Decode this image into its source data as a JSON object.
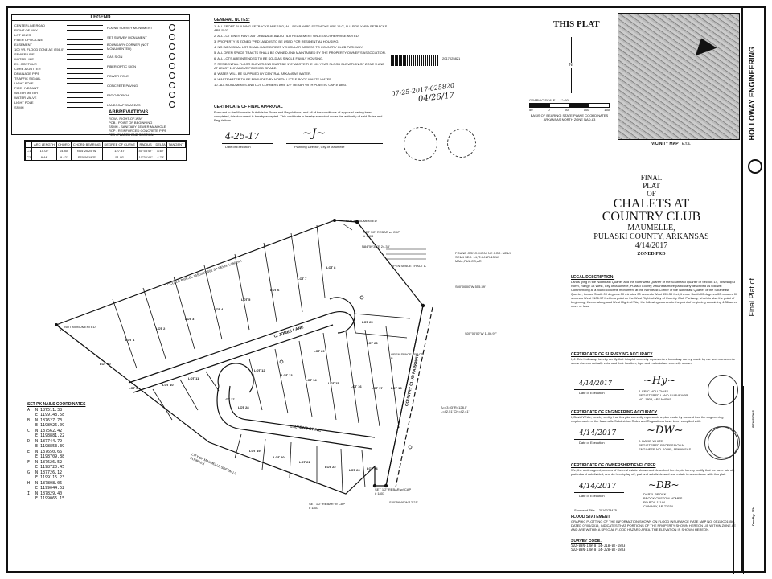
{
  "legend": {
    "title": "LEGEND",
    "left_items": [
      "CENTERLINE ROAD",
      "RIGHT OF WAY",
      "LOT LINES",
      "FIBER OPTIC LINE",
      "EASEMENT",
      "100 YR. FLOOD ZONE AE (256.0')",
      "SEWER LINE",
      "WATER LINE",
      "EX. CONTOUR",
      "CURB & GUTTER",
      "DRAINAGE PIPE",
      "TRAFFIC SIGNAL",
      "LIGHT POLE",
      "FIRE HYDRANT",
      "WATER METER",
      "WATER VALVE",
      "LIGHT POLE",
      "SSMH"
    ],
    "right_items": [
      "FOUND SURVEY MONUMENT",
      "SET SURVEY MONUMENT",
      "BOUNDARY CORNER (NOT MONUMENTED)",
      "GAS SIGN",
      "FIBER OPTIC SIGN",
      "POWER POLE",
      "CONCRETE PAVING",
      "PATIO/PORCH",
      "LANDSCAPED AREAS"
    ],
    "abbrev_title": "ABBREVIATIONS",
    "abbrevs": [
      "ROW - RIGHT-OF-WAY",
      "POB - POINT OF BEGINNING",
      "SSMH - SANITARY SEWER MANHOLE",
      "RCP - REINFORCED CONCRETE PIPE",
      "FES - FLARED END SECTION"
    ]
  },
  "curve_table": {
    "headers": [
      "ARC LENGTH",
      "CHORD",
      "CHORD BEARING",
      "DEGREE OF CURVE",
      "RADIUS",
      "DELTA",
      "TANGENT"
    ],
    "rows": [
      [
        "C1",
        "15.02'",
        "14.80'",
        "N64°20'25\"W",
        "127.37'",
        "40°55'42\"",
        "8.62'"
      ],
      [
        "C2",
        "9.44'",
        "9.42'",
        "S79°56'46\"E",
        "51.00'",
        "10°36'46\"",
        "4.73'"
      ]
    ]
  },
  "general_notes": {
    "title": "GENERAL NOTES:",
    "items": [
      "1. ALL FRONT BUILDING SETBACKS ARE 15.0', ALL REAR YARD SETBACKS ARE 15.0', ALL SIDE YARD SETBACKS ARE 5'-0\".",
      "2. ALL LOT LINES HAVE A 5' DRAINAGE AND UTILITY EASEMENT UNLESS OTHERWISE NOTED.",
      "3. PROPERTY IS ZONED 'PRD', AND IS TO BE USED FOR RESIDENTIAL HOUSING.",
      "4. NO INDIVIDUAL LOT SHALL HAVE DIRECT VEHICULAR ACCESS TO COUNTRY CLUB PARKWAY.",
      "5. ALL OPEN SPACE TRACTS SHALL BE OWNED AND MAINTAINED BY THE PROPERTY OWNER'S ASSOCIATION.",
      "6. ALL LOTS ARE INTENDED TO BE SOLD AS SINGLE FAMILY HOUSING.",
      "7. RESIDENTIAL FLOOR ELEVATIONS MUST BE 1'-0\" ABOVE THE 100 YEAR FLOOD ELEVATION OF ZONE X AND AT LEAST 1'-0\" ABOVE FINISHED GRADE.",
      "8. WATER WILL BE SUPPLIED BY CENTRAL ARKANSAS WATER.",
      "9. WASTEWATER TO BE PROVIDED BY NORTH LITTLE ROCK WASTE WATER.",
      "10. ALL MONUMENTS AND LOT CORNERS ARE 1/2\" REBAR WITH PLASTIC CAP # 1803."
    ]
  },
  "final_approval": {
    "title": "CERTIFICATE OF FINAL APPROVAL",
    "text": "Pursuant to the Maumelle Subdivision Rules and Regulations, and all of the conditions of approval having been completed, this document is hereby accepted. This certificate is hereby executed under the authority of said Rules and Regulations.",
    "date": "4-25-17",
    "date_label": "Date of Execution",
    "sig_label": "Planning Director, City of Maumelle"
  },
  "recording": {
    "number": "2017025821",
    "stamp": "07-25-2017-025820",
    "sig_date": "04/26/17"
  },
  "graphic_scale": {
    "title": "GRAPHIC SCALE",
    "ratio": "1\"=50'",
    "ticks": [
      "50",
      "0",
      "50",
      "100",
      "150"
    ],
    "bearing_note": "BASIS OF BEARING: STATE PLANE COORDINATES ARKANSAS NORTH ZONE NAD-83"
  },
  "north_arrow": "N",
  "this_plat": "THIS PLAT",
  "vicinity": {
    "title": "VICINITY MAP",
    "nts": "N.T.S."
  },
  "firm": "HOLLOWAY ENGINEERING",
  "final_plat_strip": "Final Plat of",
  "plat_title": {
    "l1": "FINAL",
    "l2": "PLAT",
    "l3": "OF",
    "name1": "CHALETS AT",
    "name2": "COUNTRY CLUB",
    "city": "MAUMELLE,",
    "county": "PULASKI COUNTY, ARKANSAS",
    "date": "4/14/2017",
    "zoned": "ZONED PRD"
  },
  "legal": {
    "title": "LEGAL DESCRIPTION:",
    "text": "Lands lying in the Northeast Quarter and the Northwest Quarter of the Southeast Quarter of Section 14, Township 3 North, Range 13 West, City of Maumelle, Pulaski County, Arkansas more particularly described as follows: Commencing at a found concrete monument at the Northeast Corner of the Northeast Quarter of the Southeast Quarter; thence South 00 degrees 00 minutes 00 seconds West 555.39 feet; thence South 00 degrees 00 minutes 00 seconds West 1106.97 feet to a point on the West Right-of-Way of Country Club Parkway, which is also the point of beginning; thence along said West Right-of-Way the following courses to the point of beginning containing 4.36 acres more or less."
  },
  "surveying": {
    "title": "CERTIFICATE OF SURVEYING ACCURACY",
    "text": "I, J. Eric Holloway, hereby certify that this plat correctly represents a boundary survey made by me and monuments shown hereon actually exist and their location, type and material are correctly shown.",
    "date": "4/14/2017",
    "date_label": "Date of Execution",
    "name": "J. ERIC HOLLOWAY",
    "role": "REGISTERED LAND SURVEYOR",
    "reg": "NO. 1803, ARKANSAS"
  },
  "engineering": {
    "title": "CERTIFICATE OF ENGINEERING ACCURACY",
    "text": "I, David White, hereby certify that this plat correctly represents a plan made by me and that the engineering requirements of the Maumelle Subdivision Rules and Regulations have been complied with.",
    "date": "4/14/2017",
    "date_label": "Date of Execution",
    "name": "J. DAVID WHITE",
    "role": "REGISTERED PROFESSIONAL",
    "reg": "ENGINEER NO. 10895, ARKANSAS"
  },
  "owner": {
    "title": "CERTIFICATE OF OWNERSHIP/DEVELOPER",
    "text": "We, the undersigned, owners of the real estate shown and described herein, do hereby certify that we have laid off, platted and subdivided, and do hereby lay off, plat and subdivide said real estate in accordance with this plat.",
    "date": "4/14/2017",
    "date_label": "Date of Execution",
    "name": "DARYL BROCK",
    "company": "BROCK CUSTOM HOMES",
    "addr1": "PO BOX 11144",
    "addr2": "CONWAY, AR 72034",
    "title_src": "Source of Title",
    "title_no": "2016073475"
  },
  "flood": {
    "title": "FLOOD STATEMENT",
    "text": "GRAPHIC PLOTTING OF THE INFORMATION SHOWN ON FLOOD INSURANCE RATE MAP NO. 05119C0155G, DATED 07/06/2015, INDICATES THAT PORTIONS OF THE PROPERTY SHOWN HEREON LIE WITHIN ZONE AE AND ARE WITHIN A SPECIAL FLOOD HAZARD AREA. THE ELEVATION IS SHOWN HEREON."
  },
  "survey_codes": {
    "title": "SURVEY CODE:",
    "lines": [
      "502-03N-13W-0-14-210-02-1803",
      "502-03N-13W-0-14-220-02-1803"
    ]
  },
  "nails": {
    "title": "SET PK NAILS COORDINATES",
    "items": [
      [
        "A",
        "N 187511.38",
        "E 1199148.58"
      ],
      [
        "B",
        "N 187627.73",
        "E 1198926.09"
      ],
      [
        "C",
        "N 187562.42",
        "E 1198881.22"
      ],
      [
        "D",
        "N 187744.79",
        "E 1198853.39"
      ],
      [
        "E",
        "N 187650.66",
        "E 1198709.88"
      ],
      [
        "F",
        "N 187626.52",
        "E 1198720.45"
      ],
      [
        "G",
        "N 187726.12",
        "E 1199115.23"
      ],
      [
        "H",
        "N 187808.06",
        "E 1199044.52"
      ],
      [
        "I",
        "N 187829.40",
        "E 1199065.15"
      ]
    ]
  },
  "map_labels": {
    "not_monumented_1": "NOT MONUMENTED",
    "not_monumented_2": "NOT MONUMENTED",
    "found_mon": "FOUND CONC. MON. NE COR. NE1/4 SE1/4 SEC. 14, T-3-N,R-13-W, MAU.,PUL.CO,AR",
    "b1": "S00°00'00\"W 555.39'",
    "b2": "S00°00'00\"W 1106.97'",
    "b3": "S30°56'46\"W 12.21'",
    "b4": "N84°59'36\"E 24.33'",
    "set_rebar": "SET 1/2\" REBAR w/ CAP # 1803",
    "open_space_1": "OPEN SPACE TRACT A",
    "open_space_2": "OPEN SPACE TRACT B",
    "road1": "C. JONES LANE",
    "road2": "E. LYONS DRIVE",
    "road3": "COUNTRY CLUB PARKWAY",
    "parcel_top": "CCULLC PARCEL 14S03000001 SP BEHM, LOMERA",
    "parcel_bottom": "CITY OF MAUMELLE SOFTBALL COMPLEX",
    "lots": [
      "LOT 1",
      "LOT 2",
      "LOT 3",
      "LOT 4",
      "LOT 5",
      "LOT 6",
      "LOT 7",
      "LOT 8",
      "LOT 9",
      "LOT 10",
      "LOT 11",
      "LOT 12",
      "LOT 13",
      "LOT 14",
      "LOT 15",
      "LOT 16",
      "LOT 17",
      "LOT 18",
      "LOT 19",
      "LOT 20",
      "LOT 21",
      "LOT 22",
      "LOT 23",
      "LOT 24",
      "LOT 25",
      "LOT 26",
      "LOT 27",
      "LOT 28",
      "LOT 29",
      "LOT 30"
    ],
    "curve_data": "Δ=43.03' R=128.0' L=42.51' CH=42.41'"
  },
  "revisions": {
    "title": "REVISIONS",
    "by": "Drw By: JEH",
    "date_col": "Date"
  }
}
